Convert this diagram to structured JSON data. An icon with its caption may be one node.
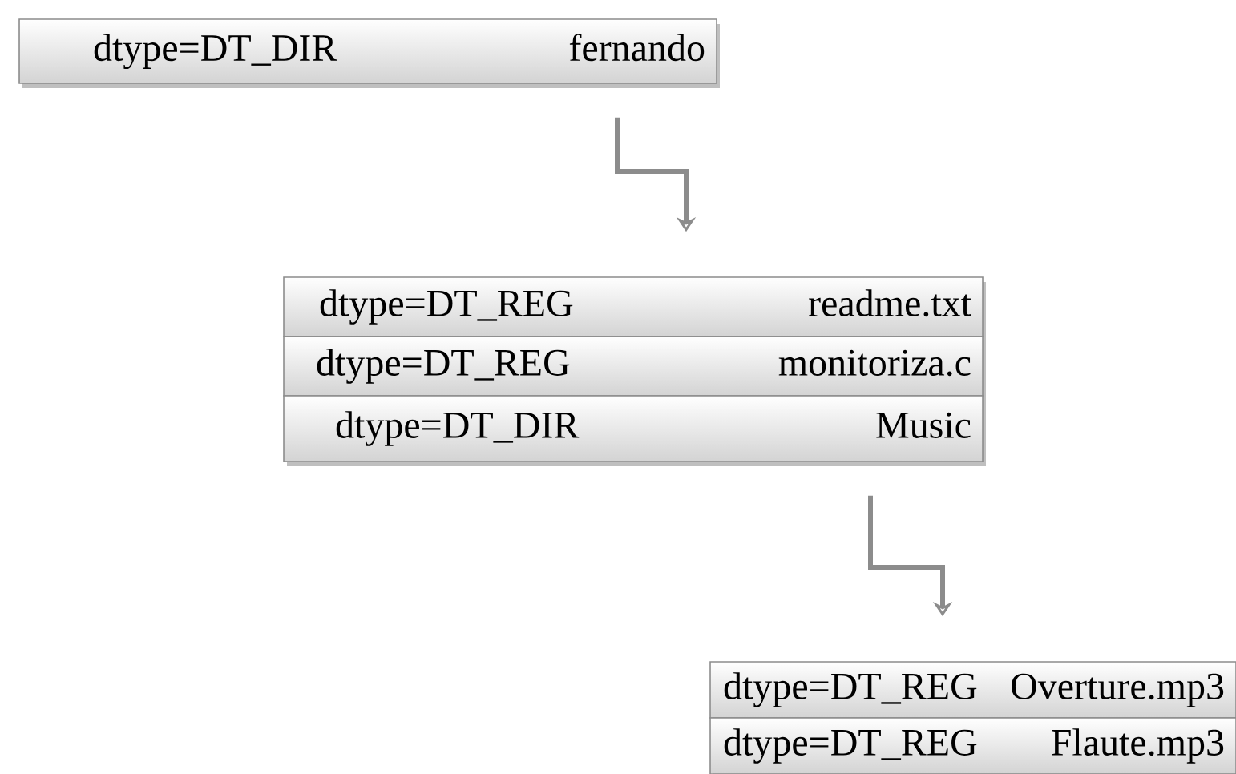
{
  "diagram": {
    "nodes": [
      {
        "text": [
          "dtype=DT_DIR",
          "fernando"
        ]
      },
      {
        "text": [
          "dtype=DT_REG",
          "readme.txt"
        ]
      },
      {
        "text": [
          "dtype=DT_REG",
          "monitoriza.c"
        ]
      },
      {
        "text": [
          "dtype=DT_DIR",
          "Music"
        ]
      },
      {
        "text": [
          "dtype=DT_REG",
          "Overture.mp3"
        ]
      },
      {
        "text": [
          "dtype=DT_REG",
          "Flaute.mp3"
        ]
      }
    ],
    "edges": [
      {
        "from": 0,
        "to": 1,
        "arrow": "to"
      },
      {
        "from": 3,
        "to": 4,
        "arrow": "to"
      }
    ]
  }
}
